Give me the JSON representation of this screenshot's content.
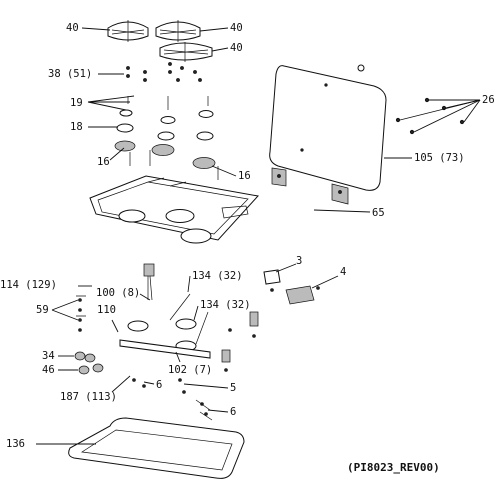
{
  "drawing_ref": "(PI8023_REV00)",
  "callouts": {
    "c40a": "40",
    "c40b": "40",
    "c40c": "40",
    "c38": "38 (51)",
    "c19": "19",
    "c18": "18",
    "c16a": "16",
    "c16b": "16",
    "c26": "26",
    "c105": "105 (73)",
    "c65": "65",
    "c3": "3",
    "c4": "4",
    "c114": "114 (129)",
    "c100": "100 (8)",
    "c134a": "134 (32)",
    "c134b": "134 (32)",
    "c59": "59",
    "c110": "110",
    "c102": "102 (7)",
    "c34": "34",
    "c46": "46",
    "c187": "187 (113)",
    "c6a": "6",
    "c5": "5",
    "c6b": "6",
    "c136": "136"
  }
}
